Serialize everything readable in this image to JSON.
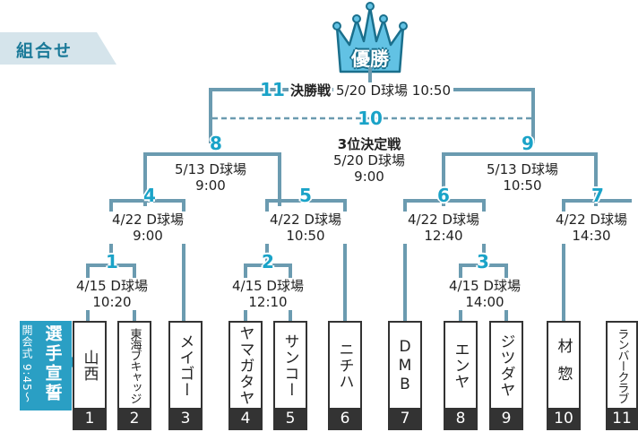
{
  "header": {
    "title": "組合せ",
    "trophy": "優勝"
  },
  "ceremony": {
    "left_text": "開会式 9:45〜",
    "right_text": "選手宣誓"
  },
  "teams": [
    {
      "name": "山西",
      "seed": "1"
    },
    {
      "name": "東海ブキャッジ",
      "seed": "2"
    },
    {
      "name": "メイゴー",
      "seed": "3"
    },
    {
      "name": "ヤマガタヤ",
      "seed": "4"
    },
    {
      "name": "サンコー",
      "seed": "5"
    },
    {
      "name": "ニチハ",
      "seed": "6"
    },
    {
      "name": "DMB",
      "seed": "7"
    },
    {
      "name": "エンヤ",
      "seed": "8"
    },
    {
      "name": "ジツダヤ",
      "seed": "9"
    },
    {
      "name": "材惣",
      "seed": "10"
    },
    {
      "name": "ランバークラブ",
      "seed": "11"
    }
  ],
  "matches": {
    "m1": {
      "num": "1",
      "line1": "4/15 D球場",
      "line2": "10:20"
    },
    "m2": {
      "num": "2",
      "line1": "4/15 D球場",
      "line2": "12:10"
    },
    "m3": {
      "num": "3",
      "line1": "4/15 D球場",
      "line2": "14:00"
    },
    "m4": {
      "num": "4",
      "line1": "4/22 D球場",
      "line2": "9:00"
    },
    "m5": {
      "num": "5",
      "line1": "4/22 D球場",
      "line2": "10:50"
    },
    "m6": {
      "num": "6",
      "line1": "4/22 D球場",
      "line2": "12:40"
    },
    "m7": {
      "num": "7",
      "line1": "4/22 D球場",
      "line2": "14:30"
    },
    "m8": {
      "num": "8",
      "line1": "5/13 D球場",
      "line2": "9:00"
    },
    "m9": {
      "num": "9",
      "line1": "5/13 D球場",
      "line2": "10:50"
    },
    "m10": {
      "num": "10",
      "title": "3位決定戦",
      "line1": "5/20 D球場",
      "line2": "9:00"
    },
    "m11": {
      "num": "11",
      "title": "決勝戦",
      "info": "5/20 D球場 10:50"
    }
  },
  "colors": {
    "line": "#6b9bb0",
    "accent": "#1aa3c8",
    "tag_bg": "#d5e4eb",
    "ceremony_bg": "#2a9fc4",
    "seed_bg": "#333333"
  }
}
